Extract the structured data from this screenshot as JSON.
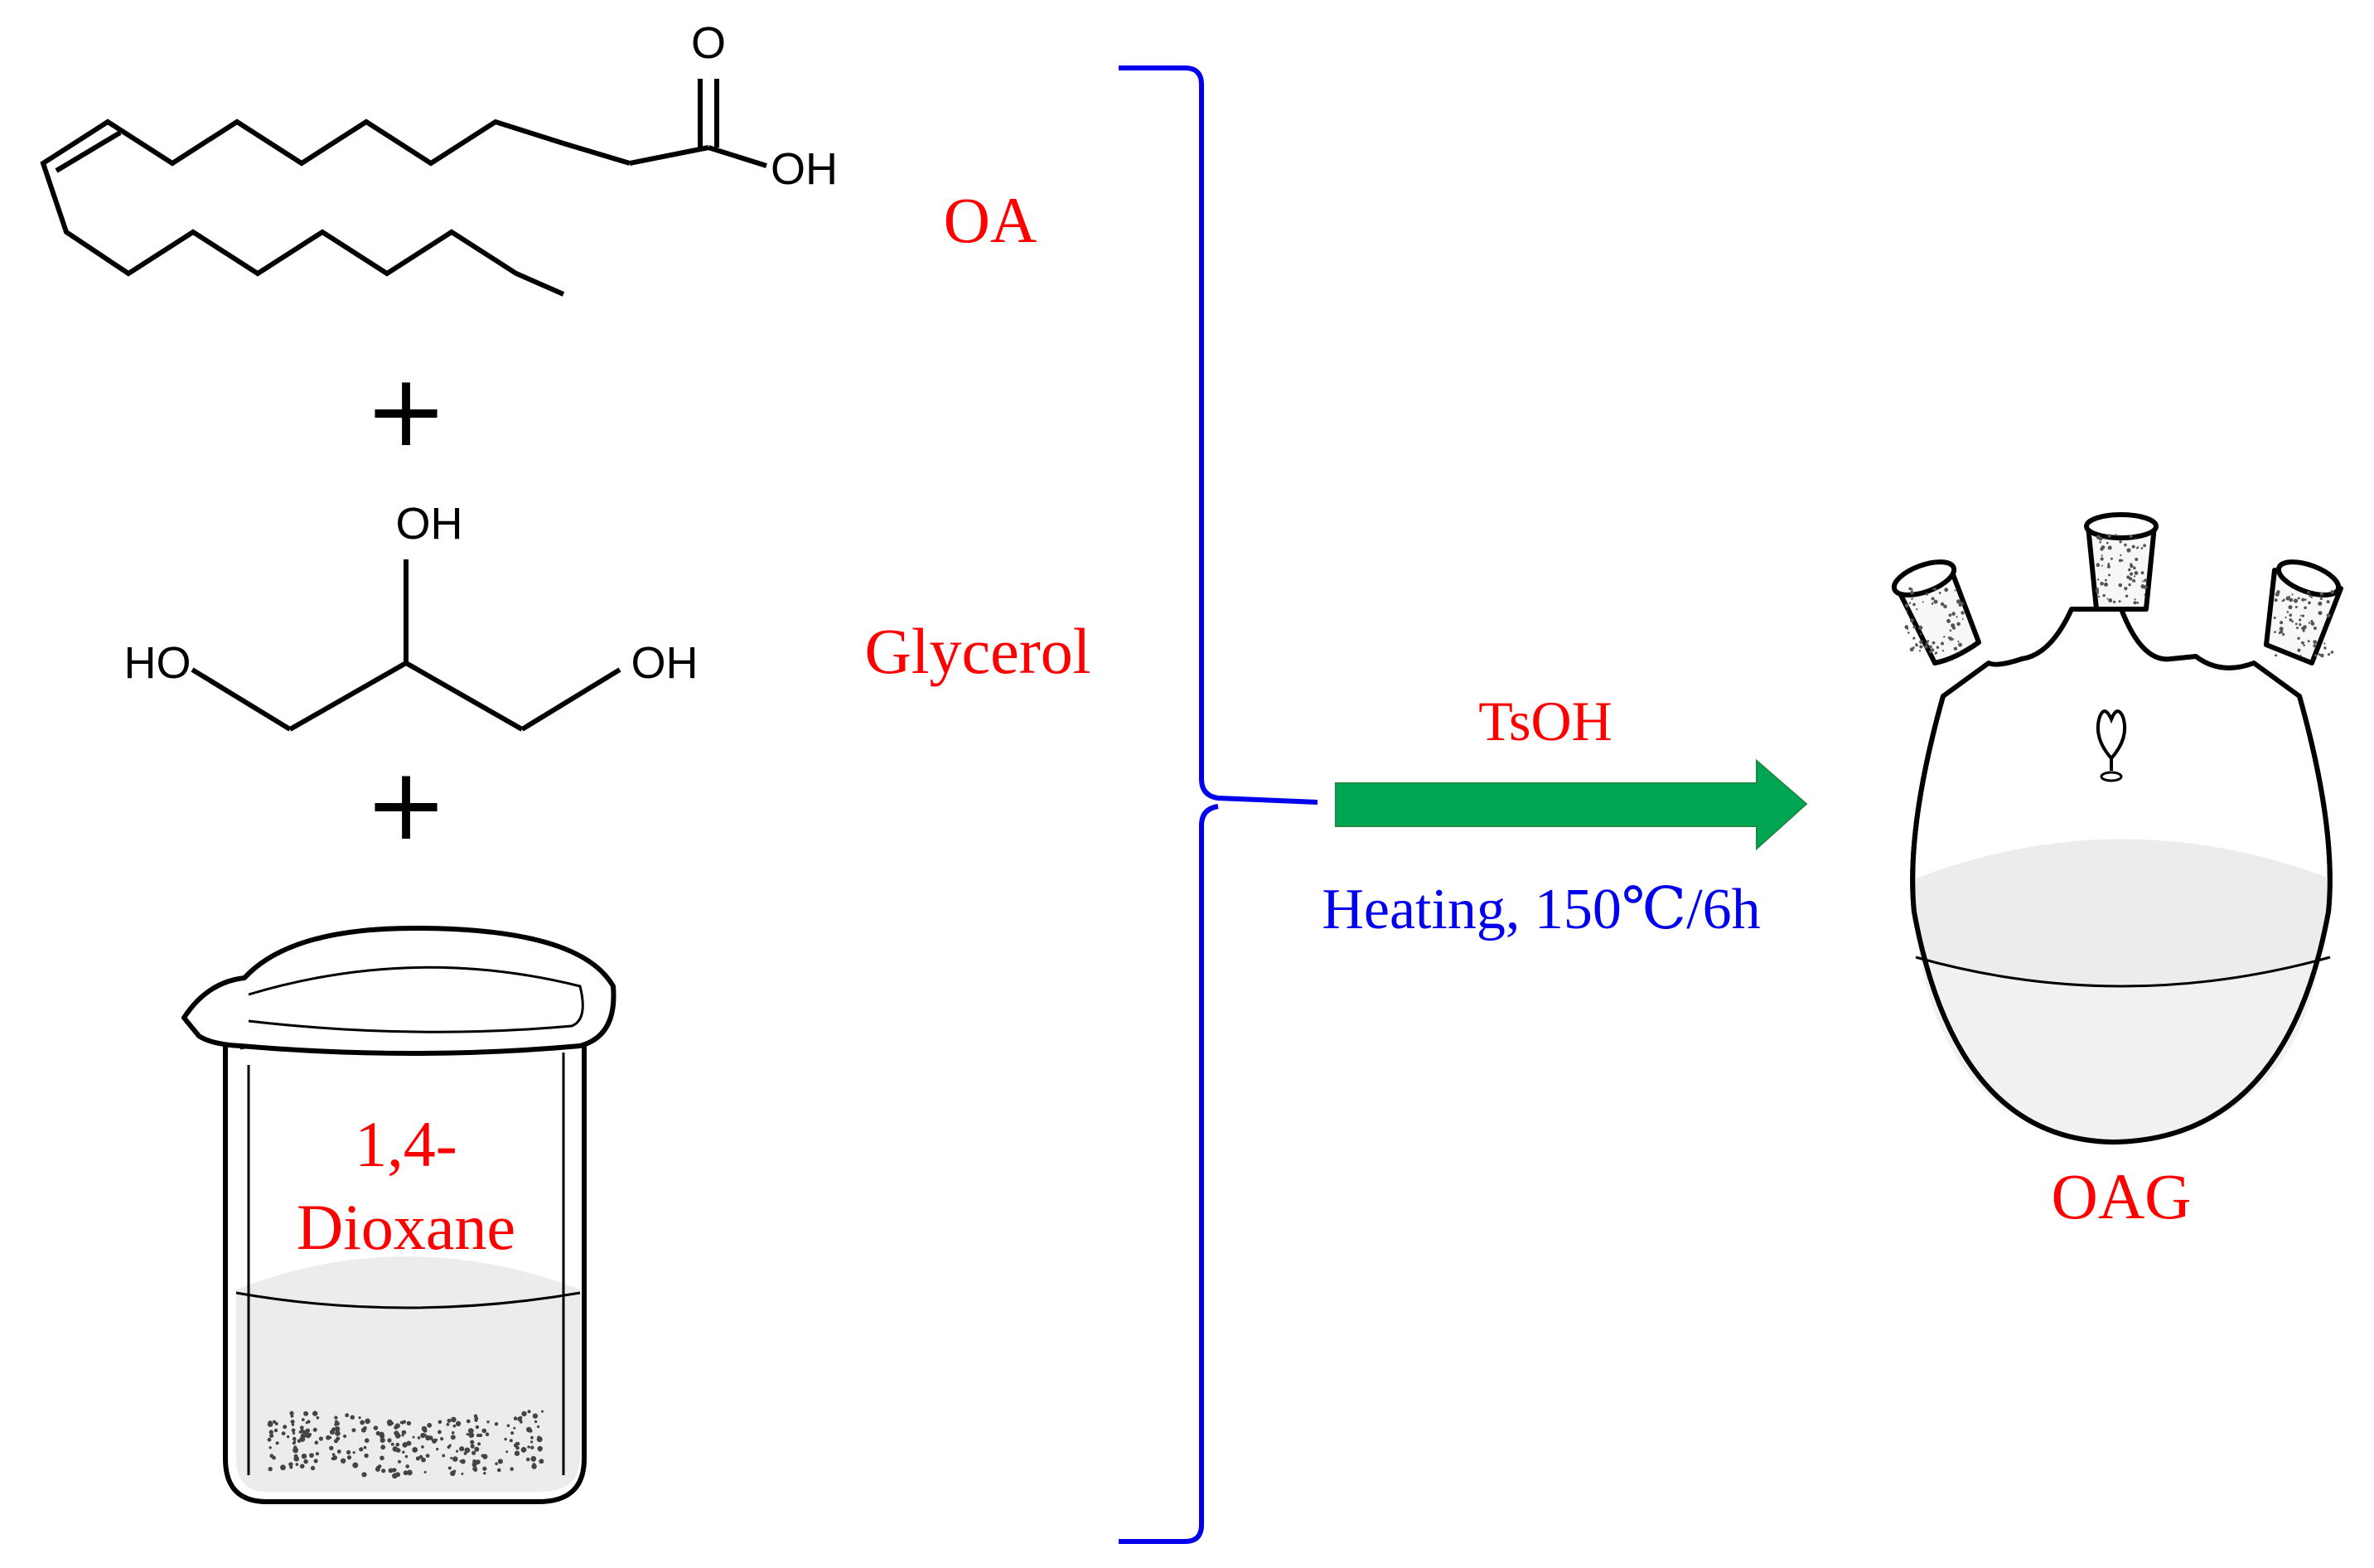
{
  "reactants": {
    "oleic_acid": {
      "label": "OA",
      "atom_o": "O",
      "atom_oh": "OH"
    },
    "glycerol": {
      "label": "Glycerol",
      "atom_oh_top": "OH",
      "atom_ho_left": "HO",
      "atom_oh_right": "OH"
    },
    "solvent": {
      "label_line1": "1,4-",
      "label_line2": "Dioxane"
    },
    "plus_sign_1": "+",
    "plus_sign_2": "+"
  },
  "reaction": {
    "catalyst": "TsOH",
    "conditions": "Heating, 150℃/6h",
    "arrow_color": "#00a651",
    "bracket_color": "#0000ee"
  },
  "product": {
    "label": "OAG"
  },
  "colors": {
    "label_red": "#ff0000",
    "condition_blue": "#0000ee"
  }
}
